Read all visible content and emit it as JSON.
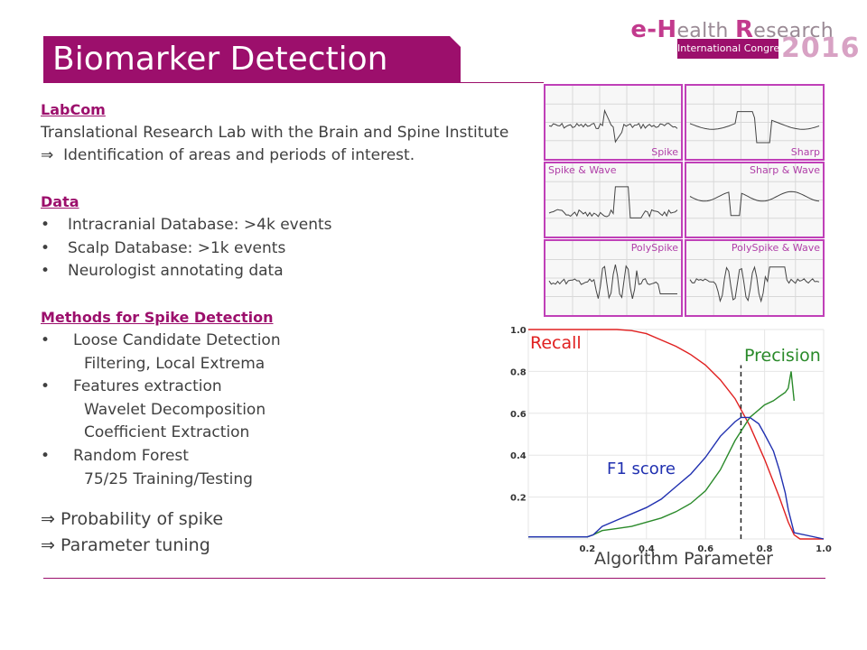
{
  "header": {
    "title": "Biomarker Detection"
  },
  "logo": {
    "brand_prefix": "e-",
    "brand_cap1": "H",
    "brand_mid": "ealth ",
    "brand_cap2": "R",
    "brand_end": "esearch",
    "subtitle": "International Congress",
    "year": "2016"
  },
  "labcom": {
    "heading": "LabCom",
    "line1": "Translational Research Lab with the Brain and Spine Institute",
    "arrow": "⇒",
    "line2": "Identification of areas and periods of interest."
  },
  "data_section": {
    "heading": "Data",
    "items": [
      "Intracranial Database: >4k events",
      "Scalp Database: >1k events",
      "Neurologist annotating data"
    ]
  },
  "methods": {
    "heading": "Methods for Spike Detection",
    "items": [
      {
        "label": "Loose Candidate Detection",
        "sub": [
          "Filtering, Local Extrema"
        ]
      },
      {
        "label": "Features extraction",
        "sub": [
          "Wavelet Decomposition",
          "Coefficient Extraction"
        ]
      },
      {
        "label": "Random Forest",
        "sub": [
          "75/25 Training/Testing"
        ]
      }
    ]
  },
  "conclusions": [
    "Probability of spike",
    "Parameter tuning"
  ],
  "bullet_char": "•",
  "eeg_panels": [
    "Spike",
    "Sharp",
    "Spike & Wave",
    "Sharp & Wave",
    "PolySpike",
    "PolySpike & Wave"
  ],
  "colors": {
    "brand": "#9c0f6c",
    "panel_border": "#c040b8",
    "recall": "#e02020",
    "precision": "#2a8a2a",
    "f1": "#2030b0"
  },
  "chart_data": {
    "type": "line",
    "xlabel": "Algorithm Parameter",
    "ylabel": "",
    "xlim": [
      0,
      1.0
    ],
    "ylim": [
      0,
      1.0
    ],
    "x_ticks": [
      "0.2",
      "0.4",
      "0.6",
      "0.8",
      "1.0"
    ],
    "y_ticks": [
      "1.0",
      "0.8",
      "0.6",
      "0.4",
      "0.2"
    ],
    "grid": true,
    "vline_x": 0.72,
    "series": [
      {
        "name": "Recall",
        "color": "#e02020",
        "x": [
          0,
          0.1,
          0.2,
          0.3,
          0.35,
          0.4,
          0.45,
          0.5,
          0.55,
          0.6,
          0.65,
          0.7,
          0.75,
          0.8,
          0.85,
          0.88,
          0.9,
          0.92,
          1.0
        ],
        "y": [
          1.0,
          1.0,
          1.0,
          1.0,
          0.995,
          0.98,
          0.95,
          0.92,
          0.88,
          0.83,
          0.76,
          0.67,
          0.54,
          0.38,
          0.2,
          0.08,
          0.02,
          0.0,
          0.0
        ]
      },
      {
        "name": "Precision",
        "color": "#2a8a2a",
        "x": [
          0,
          0.1,
          0.2,
          0.22,
          0.25,
          0.3,
          0.35,
          0.4,
          0.45,
          0.5,
          0.55,
          0.6,
          0.65,
          0.7,
          0.75,
          0.8,
          0.83,
          0.85,
          0.87,
          0.88,
          0.89,
          0.9
        ],
        "y": [
          0.01,
          0.01,
          0.01,
          0.02,
          0.04,
          0.05,
          0.06,
          0.08,
          0.1,
          0.13,
          0.17,
          0.23,
          0.33,
          0.47,
          0.58,
          0.64,
          0.66,
          0.68,
          0.7,
          0.72,
          0.8,
          0.66
        ]
      },
      {
        "name": "F1 score",
        "color": "#2030b0",
        "x": [
          0,
          0.1,
          0.2,
          0.22,
          0.25,
          0.3,
          0.35,
          0.4,
          0.45,
          0.5,
          0.55,
          0.6,
          0.65,
          0.7,
          0.72,
          0.75,
          0.78,
          0.8,
          0.83,
          0.85,
          0.87,
          0.88,
          0.9,
          1.0
        ],
        "y": [
          0.01,
          0.01,
          0.01,
          0.02,
          0.06,
          0.09,
          0.12,
          0.15,
          0.19,
          0.25,
          0.31,
          0.39,
          0.49,
          0.56,
          0.58,
          0.58,
          0.55,
          0.5,
          0.42,
          0.33,
          0.22,
          0.14,
          0.03,
          0.0
        ]
      }
    ]
  }
}
